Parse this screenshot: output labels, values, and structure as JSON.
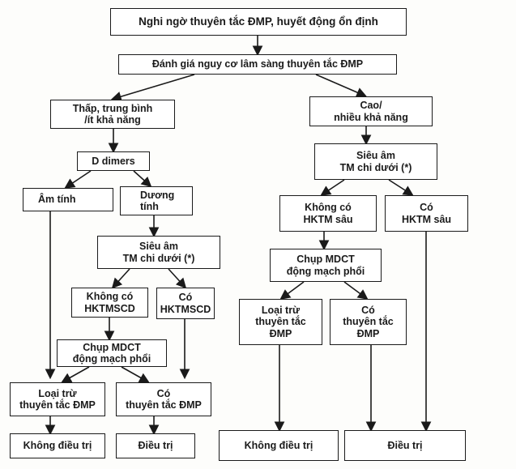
{
  "nodes": {
    "start": "Nghi ngờ thuyên tắc ĐMP, huyết động ổn định",
    "assess": "Đánh giá nguy cơ lâm sàng thuyên tắc ĐMP",
    "low": "Thấp, trung bình\n/ít khả năng",
    "high": "Cao/\nnhiều khả năng",
    "ddimers": "D dimers",
    "negative": "Âm tính",
    "positive": "Dương\ntính",
    "us_left": "Siêu âm\nTM chi dưới (*)",
    "us_right": "Siêu âm\nTM chi dưới (*)",
    "no_dvt_left": "Không có\nHKTMSCD",
    "has_dvt_left": "Có\nHKTMSCD",
    "no_dvt_right": "Không có\nHKTM sâu",
    "has_dvt_right": "Có\nHKTM sâu",
    "ct_left": "Chụp MDCT\nđộng mạch phổi",
    "ct_right": "Chụp MDCT\nđộng mạch phổi",
    "exclude_left": "Loại trừ\nthuyên tắc ĐMP",
    "confirm_left": "Có\nthuyên tắc ĐMP",
    "exclude_right": "Loại trừ\nthuyên tắc\nĐMP",
    "confirm_right": "Có\nthuyên tắc\nĐMP",
    "notreat_left": "Không điều trị",
    "treat_left": "Điều trị",
    "notreat_right": "Không điều trị",
    "treat_right": "Điều trị"
  }
}
